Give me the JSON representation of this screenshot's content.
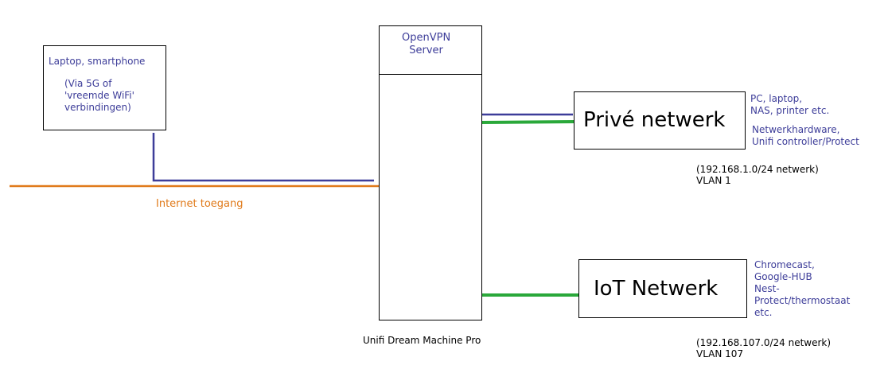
{
  "laptop": {
    "title": "Laptop, smartphone",
    "note": "(Via 5G of\n'vreemde WiFi'\nverbindingen)"
  },
  "router": {
    "vpn_label": "OpenVPN\nServer",
    "device_label": "Unifi Dream Machine Pro"
  },
  "internet": {
    "label": "Internet toegang"
  },
  "prive": {
    "title": "Privé netwerk",
    "devices": "PC, laptop,\nNAS, printer etc.",
    "hardware": "Netwerkhardware,\nUnifi controller/Protect",
    "subnet": "(192.168.1.0/24 netwerk)\nVLAN 1"
  },
  "iot": {
    "title": "IoT Netwerk",
    "devices": "Chromecast,\nGoogle-HUB\nNest-\nProtect/thermostaat\netc.",
    "subnet": "(192.168.107.0/24 netwerk)\nVLAN 107"
  },
  "colors": {
    "blue": "#3d3d99",
    "green": "#2aa83a",
    "red": "#d42020",
    "orange": "#e07a1a"
  }
}
